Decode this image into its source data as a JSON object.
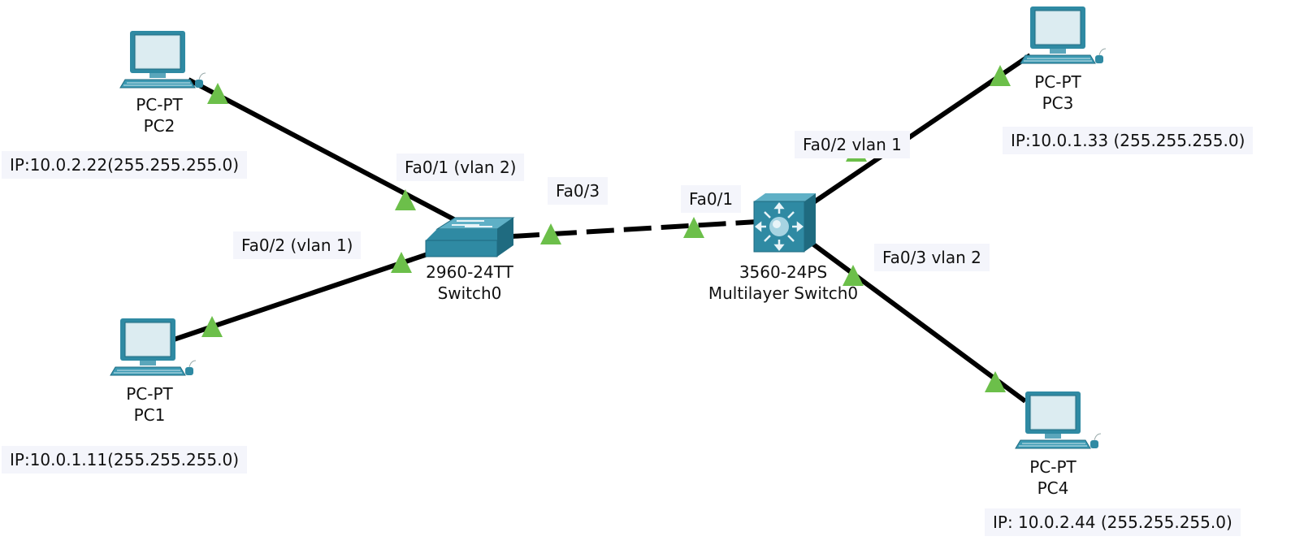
{
  "devices": {
    "pc2": {
      "model": "PC-PT",
      "name": "PC2"
    },
    "pc1": {
      "model": "PC-PT",
      "name": "PC1"
    },
    "pc3": {
      "model": "PC-PT",
      "name": "PC3"
    },
    "pc4": {
      "model": "PC-PT",
      "name": "PC4"
    },
    "switch0": {
      "model": "2960-24TT",
      "name": "Switch0"
    },
    "mls0": {
      "model": "3560-24PS",
      "name": "Multilayer Switch0"
    }
  },
  "notes": {
    "pc2_ip": "IP:10.0.2.22(255.255.255.0)",
    "pc1_ip": "IP:10.0.1.11(255.255.255.0)",
    "pc3_ip": "IP:10.0.1.33 (255.255.255.0)",
    "pc4_ip": "IP: 10.0.2.44 (255.255.255.0)",
    "sw_fa01": "Fa0/1 (vlan 2)",
    "sw_fa02": "Fa0/2 (vlan 1)",
    "sw_fa03": "Fa0/3",
    "mls_fa01": "Fa0/1",
    "mls_fa02": "Fa0/2 vlan 1",
    "mls_fa03": "Fa0/3 vlan 2"
  },
  "colors": {
    "link": "#000000",
    "link_up_indicator": "#6cbf4a",
    "device_teal": "#2f8aa3",
    "note_background": "#f4f5fb"
  },
  "icons": {
    "pc": "pc-icon",
    "switch": "switch-icon",
    "multilayer_switch": "multilayer-switch-icon",
    "link_status": "link-up-triangle-icon"
  }
}
